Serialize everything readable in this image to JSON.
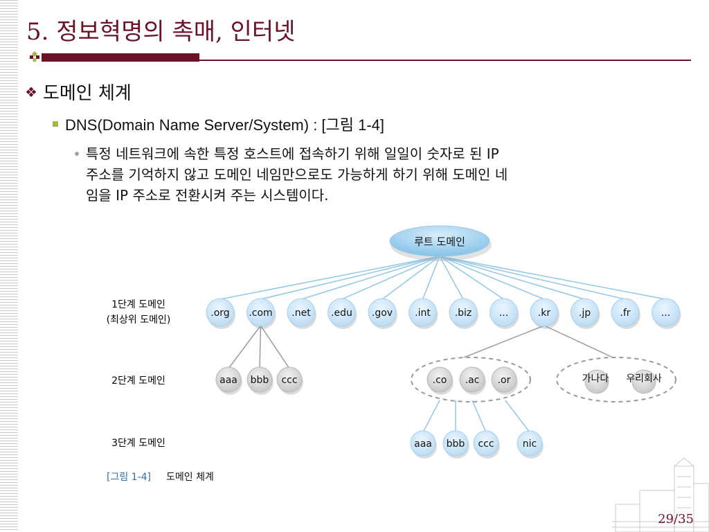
{
  "slide": {
    "title": "5. 정보혁명의 촉매, 인터넷",
    "bullet1": "도메인 체계",
    "bullet2": "DNS(Domain Name Server/System) : [그림 1-4]",
    "bullet3_lines": [
      "특정 네트워크에 속한 특정 호스트에 접속하기 위해 일일이 숫자로 된 IP",
      "주소를 기억하지 않고 도메인 네임만으로도 가능하게 하기 위해 도메인 네",
      "임을 IP 주소로 전환시켜 주는 시스템이다."
    ],
    "page": "29/35"
  },
  "diagram": {
    "root": "루트 도메인",
    "level1_label_1": "1단계 도메인",
    "level1_label_2": "(최상위 도메인)",
    "level2_label": "2단계 도메인",
    "level3_label": "3단계 도메인",
    "level1": [
      ".org",
      ".com",
      ".net",
      ".edu",
      ".gov",
      ".int",
      ".biz",
      "...",
      ".kr",
      ".jp",
      ".fr",
      "..."
    ],
    "level2_com": [
      "aaa",
      "bbb",
      "ccc"
    ],
    "level2_kr": [
      ".co",
      ".ac",
      ".or"
    ],
    "level2_korean": [
      "가나다",
      "우리회사"
    ],
    "level3": [
      "aaa",
      "bbb",
      "ccc",
      "nic"
    ],
    "caption_ref": "[그림 1-4]",
    "caption_text": "도메인 체계"
  },
  "colors": {
    "accent": "#6b1228",
    "node_blue": "#cde6f8",
    "node_gray": "#d8d8d8",
    "link_blue": "#8fc7e6",
    "caption_blue": "#2e6fb0"
  }
}
